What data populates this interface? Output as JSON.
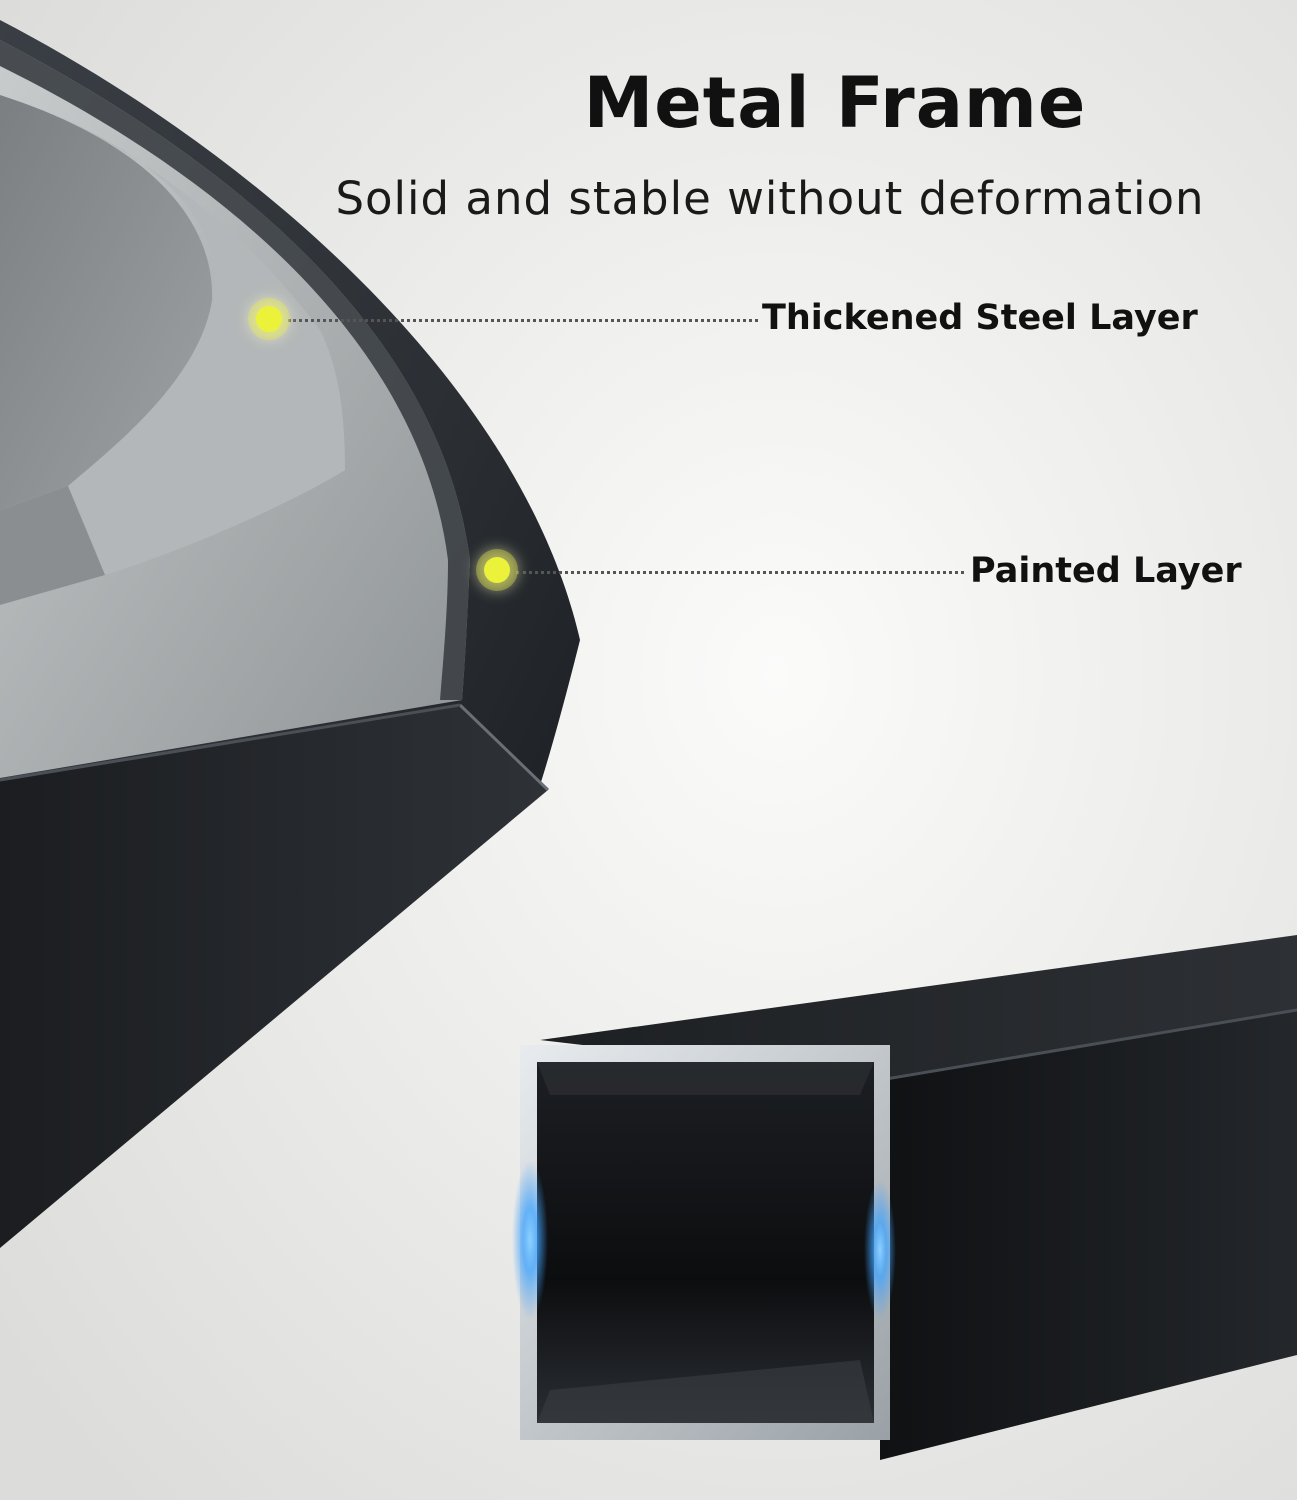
{
  "header": {
    "title": "Metal Frame",
    "subtitle": "Solid and stable without deformation"
  },
  "callouts": [
    {
      "label": "Thickened Steel Layer",
      "marker_color": "#ecf23a"
    },
    {
      "label": "Painted Layer",
      "marker_color": "#ecf23a"
    }
  ],
  "colors": {
    "background": "#f0f0ee",
    "frame_paint": "#2a2e33",
    "steel": "#a9adaf",
    "edge_glow": "#3fa3ff"
  }
}
